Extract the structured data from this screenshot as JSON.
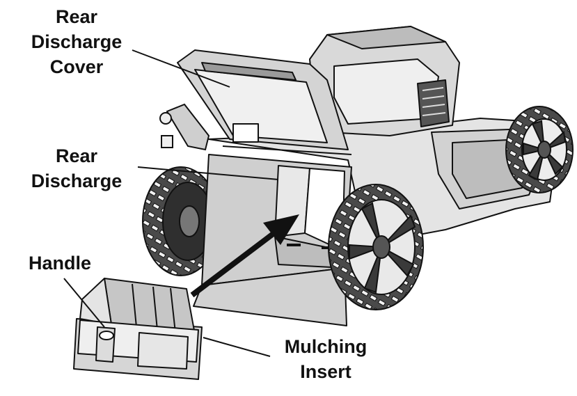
{
  "labels": {
    "rear_discharge_cover": [
      "Rear",
      "Discharge",
      "Cover"
    ],
    "rear_discharge": [
      "Rear",
      "Discharge"
    ],
    "handle": [
      "Handle"
    ],
    "mulching_insert": [
      "Mulching",
      "Insert"
    ]
  },
  "colors": {
    "ink": "#111111",
    "shade_light": "#e6e6e6",
    "shade_mid": "#c8c8c8",
    "shade_dark": "#8a8a8a",
    "tire": "#3a3a3a"
  },
  "icons": [
    "lawn-mower-illustration",
    "mulching-insert-illustration",
    "insertion-arrow"
  ]
}
